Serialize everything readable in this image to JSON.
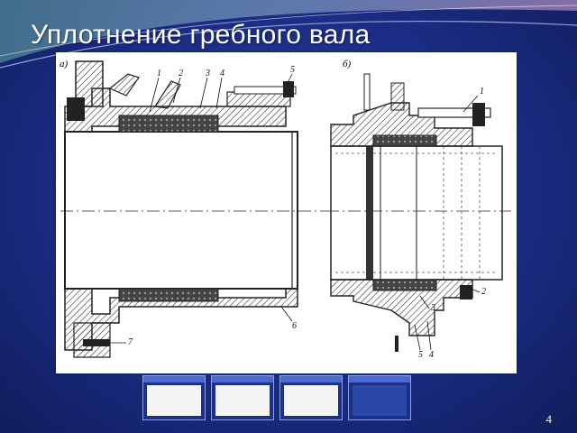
{
  "slide": {
    "title": "Уплотнение гребного вала",
    "page_number": "4"
  },
  "figure": {
    "panel_a_label": "а)",
    "panel_b_label": "б)",
    "callouts_a": [
      "1",
      "2",
      "3",
      "4",
      "5",
      "6",
      "7"
    ],
    "callouts_b": [
      "1",
      "2",
      "3",
      "5",
      "4"
    ]
  },
  "thumbnails": [
    {
      "name": "thumb-1"
    },
    {
      "name": "thumb-2"
    },
    {
      "name": "thumb-3"
    },
    {
      "name": "thumb-4"
    }
  ],
  "colors": {
    "background": "#1b2c84",
    "title_text": "#ffffff",
    "drawing_line": "#222222"
  }
}
